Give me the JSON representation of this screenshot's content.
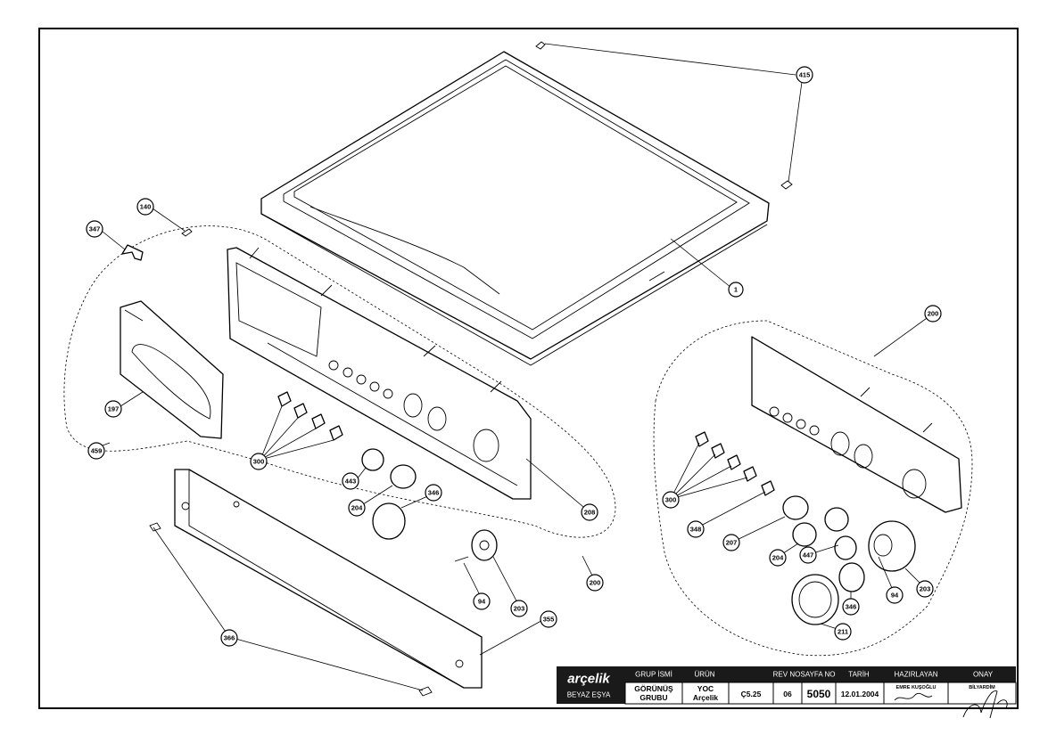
{
  "callouts": [
    {
      "id": "c415",
      "label": "415"
    },
    {
      "id": "c1",
      "label": "1"
    },
    {
      "id": "c140",
      "label": "140"
    },
    {
      "id": "c347",
      "label": "347"
    },
    {
      "id": "c200a",
      "label": "200"
    },
    {
      "id": "c197",
      "label": "197"
    },
    {
      "id": "c459",
      "label": "459"
    },
    {
      "id": "c300a",
      "label": "300"
    },
    {
      "id": "c443",
      "label": "443"
    },
    {
      "id": "c204a",
      "label": "204"
    },
    {
      "id": "c346a",
      "label": "346"
    },
    {
      "id": "c208",
      "label": "208"
    },
    {
      "id": "c200b",
      "label": "200"
    },
    {
      "id": "c94a",
      "label": "94"
    },
    {
      "id": "c203a",
      "label": "203"
    },
    {
      "id": "c355",
      "label": "355"
    },
    {
      "id": "c366",
      "label": "366"
    },
    {
      "id": "c300b",
      "label": "300"
    },
    {
      "id": "c348",
      "label": "348"
    },
    {
      "id": "c207",
      "label": "207"
    },
    {
      "id": "c204b",
      "label": "204"
    },
    {
      "id": "c447",
      "label": "447"
    },
    {
      "id": "c346b",
      "label": "346"
    },
    {
      "id": "c94b",
      "label": "94"
    },
    {
      "id": "c203b",
      "label": "203"
    },
    {
      "id": "c211",
      "label": "211"
    }
  ],
  "title_block": {
    "brand": "arçelik",
    "brand_sub": "BEYAZ EŞYA",
    "headers": {
      "group": "GRUP İSMİ",
      "product": "ÜRÜN",
      "revision": "REV NO",
      "page": "SAYFA NO",
      "date": "TARİH",
      "prepared": "HAZIRLAYAN",
      "approval": "ONAY"
    },
    "values": {
      "group_line1": "GÖRÜNÜŞ",
      "group_line2": "GRUBU",
      "product_line1": "YOC",
      "product_line2": "Arçelik",
      "series": "Ç5.25",
      "revision": "06",
      "page": "5050",
      "date": "12.01.2004",
      "prepared": "EMRE KUŞOĞLU",
      "approval": "BİLYARDİM"
    }
  }
}
